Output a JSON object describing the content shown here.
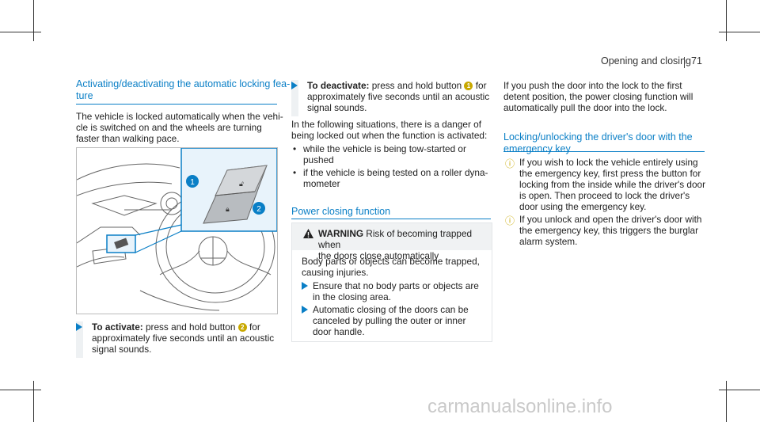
{
  "header": {
    "section": "Opening and closing",
    "page": "71"
  },
  "col1": {
    "title_line1": "Activating/deactivating the automatic locking fea-",
    "title_line2": "ture",
    "intro": [
      "The vehicle is locked automatically when the vehi-",
      "cle is switched on and the wheels are turning",
      "faster than walking pace."
    ],
    "activate_label": "To activate:",
    "activate_l1": "press and hold button",
    "activate_btn": "2",
    "activate_for": "for",
    "activate_l2": "approximately five seconds until an acoustic",
    "activate_l3": "signal sounds.",
    "callout1": "1",
    "callout2": "2"
  },
  "col2": {
    "deactivate_label": "To deactivate:",
    "deactivate_l1": "press and hold button",
    "deactivate_btn": "1",
    "deactivate_for": "for",
    "deactivate_l2": "approximately five seconds until an acoustic",
    "deactivate_l3": "signal sounds.",
    "danger_l1": "In the following situations, there is a danger of",
    "danger_l2": "being locked out when the function is activated:",
    "bullet1_l1": "while the vehicle is being tow-started or",
    "bullet1_l2": "pushed",
    "bullet2_l1": "if the vehicle is being tested on a roller dyna-",
    "bullet2_l2": "mometer",
    "power_title": "Power closing function",
    "warning_label": "WARNING",
    "warning_l1": "Risk of becoming trapped when",
    "warning_l2": "the doors close automatically",
    "warning_body_l1": "Body parts or objects can become trapped,",
    "warning_body_l2": "causing injuries.",
    "warn_step1_l1": "Ensure that no body parts or objects are",
    "warn_step1_l2": "in the closing area.",
    "warn_step2_l1": "Automatic closing of the doors can be",
    "warn_step2_l2": "canceled by pulling the outer or inner",
    "warn_step2_l3": "door handle."
  },
  "col3": {
    "push_l1": "If you push the door into the lock to the first",
    "push_l2": "detent position, the power closing function will",
    "push_l3": "automatically pull the door into the lock.",
    "lock_title_l1": "Locking/unlocking the driver's door with the",
    "lock_title_l2": "emergency key",
    "info1_l1": "If you wish to lock the vehicle entirely using",
    "info1_l2": "the emergency key, first press the button for",
    "info1_l3": "locking from the inside while the driver's door",
    "info1_l4": "is open. Then proceed to lock the driver's",
    "info1_l5": "door using the emergency key.",
    "info2_l1": "If you unlock and open the driver's door with",
    "info2_l2": "the emergency key, this triggers the burglar",
    "info2_l3": "alarm system."
  },
  "footer": {
    "watermark": "carmanualsonline.info"
  },
  "colors": {
    "accent": "#0a7fc6",
    "callout": "#c8a800",
    "panel": "#eef1f3"
  }
}
